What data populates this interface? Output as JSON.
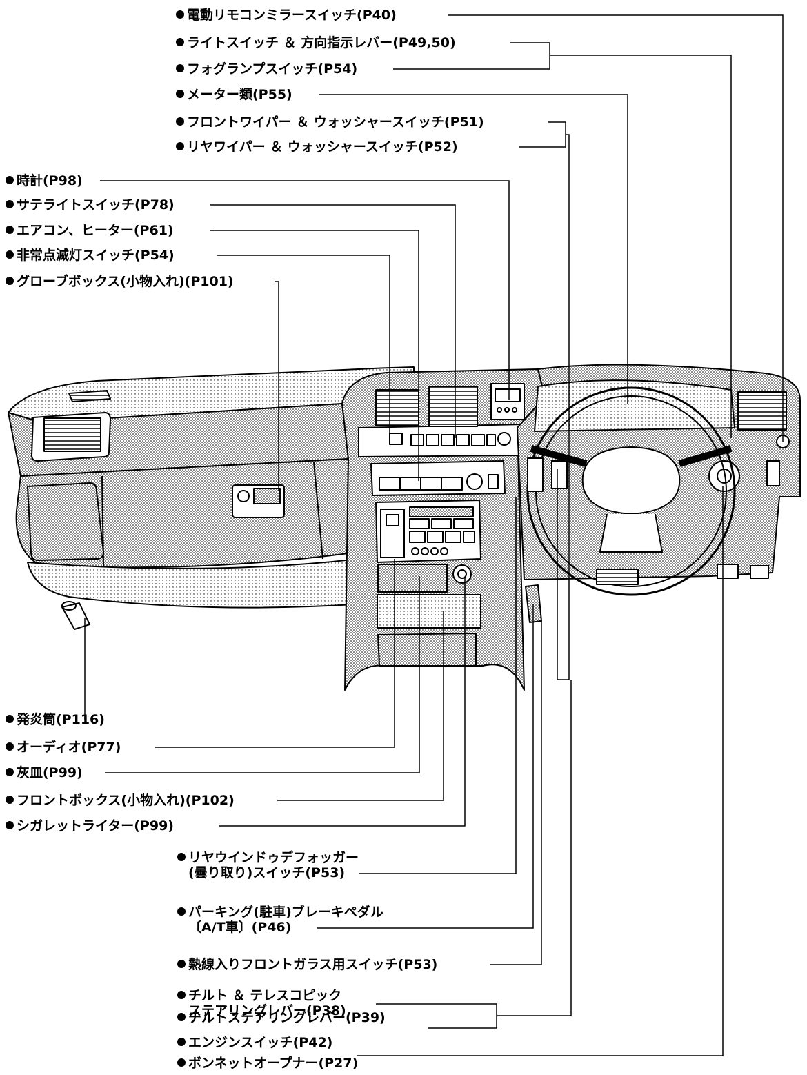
{
  "labels": {
    "mirror_switch": "電動リモコンミラースイッチ(P40)",
    "light_switch": "ライトスイッチ ＆ 方向指示レバー(P49,50)",
    "fog_lamp": "フォグランプスイッチ(P54)",
    "meters": "メーター類(P55)",
    "front_wiper": "フロントワイパー ＆ ウォッシャースイッチ(P51)",
    "rear_wiper": "リヤワイパー ＆ ウォッシャースイッチ(P52)",
    "clock": "時計(P98)",
    "satellite_switch": "サテライトスイッチ(P78)",
    "aircon": "エアコン、ヒーター(P61)",
    "hazard": "非常点滅灯スイッチ(P54)",
    "glovebox": "グローブボックス(小物入れ)(P101)",
    "flare": "発炎筒(P116)",
    "audio": "オーディオ(P77)",
    "ashtray": "灰皿(P99)",
    "front_box": "フロントボックス(小物入れ)(P102)",
    "lighter": "シガレットライター(P99)",
    "defogger_1": "リヤウインドゥデフォッガー",
    "defogger_2": "(曇り取り)スイッチ(P53)",
    "parking_1": "パーキング(駐車)ブレーキペダル",
    "parking_2": "〔A/T車〕(P46)",
    "heated_glass": "熱線入りフロントガラス用スイッチ(P53)",
    "tilt_tele_1": "チルト ＆ テレスコピック",
    "tilt_tele_2": "ステアリングレバー(P38)",
    "tilt": "チルトステアリングレバー(P39)",
    "engine_switch": "エンジンスイッチ(P42)",
    "bonnet": "ボンネットオープナー(P27)"
  }
}
